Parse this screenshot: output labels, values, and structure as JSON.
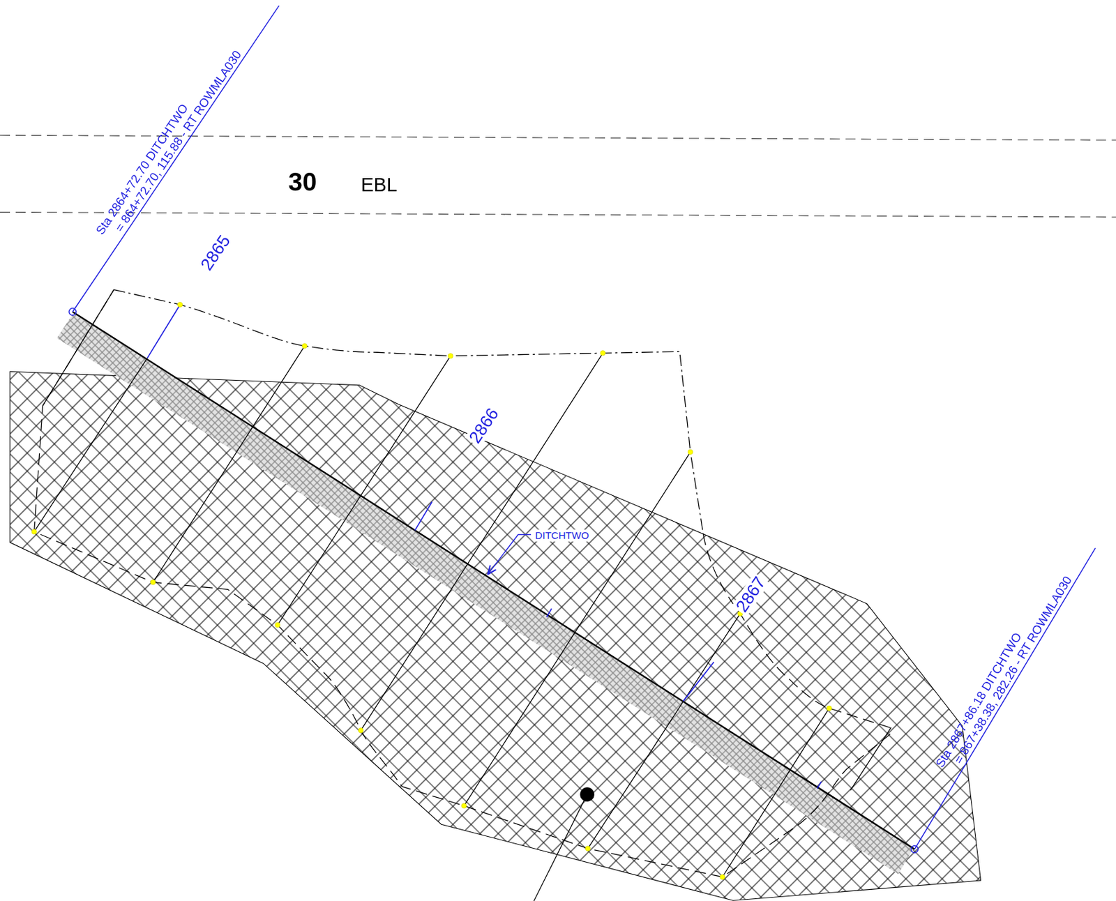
{
  "diagram": {
    "labels": [
      "Sta 2864+72.70 DITCHTWO",
      "= 864+72.70, 115.88 - RT ROWMLA030",
      "2865",
      "30",
      "EBL",
      "2866",
      "DITCHTWO",
      "2867",
      "Sta 2867+86.18 DITCHTWO",
      "= 867+38.38, 282.26 - RT ROWMLA030"
    ]
  }
}
